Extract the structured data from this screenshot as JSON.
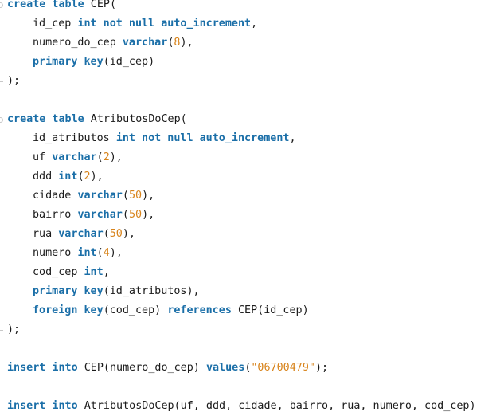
{
  "colors": {
    "background": "#ffffff",
    "keyword": "#1b6fa8",
    "number_literal": "#d8841c",
    "identifier": "#1a1a1a"
  },
  "code": {
    "lines": [
      {
        "indent": false,
        "fold": "open",
        "tokens": [
          {
            "t": "create table",
            "k": "kw"
          },
          {
            "t": " CEP(",
            "k": ""
          }
        ]
      },
      {
        "indent": true,
        "tokens": [
          {
            "t": "id_cep ",
            "k": ""
          },
          {
            "t": "int not null auto_increment",
            "k": "kw"
          },
          {
            "t": ",",
            "k": ""
          }
        ]
      },
      {
        "indent": true,
        "tokens": [
          {
            "t": "numero_do_cep ",
            "k": ""
          },
          {
            "t": "varchar",
            "k": "kw"
          },
          {
            "t": "(",
            "k": ""
          },
          {
            "t": "8",
            "k": "num"
          },
          {
            "t": "),",
            "k": ""
          }
        ]
      },
      {
        "indent": true,
        "tokens": [
          {
            "t": "primary key",
            "k": "kw"
          },
          {
            "t": "(id_cep)",
            "k": ""
          }
        ]
      },
      {
        "indent": false,
        "fold": "end",
        "tokens": [
          {
            "t": ");",
            "k": ""
          }
        ]
      },
      {
        "indent": false,
        "tokens": []
      },
      {
        "indent": false,
        "fold": "open",
        "tokens": [
          {
            "t": "create table",
            "k": "kw"
          },
          {
            "t": " AtributosDoCep(",
            "k": ""
          }
        ]
      },
      {
        "indent": true,
        "tokens": [
          {
            "t": "id_atributos ",
            "k": ""
          },
          {
            "t": "int not null auto_increment",
            "k": "kw"
          },
          {
            "t": ",",
            "k": ""
          }
        ]
      },
      {
        "indent": true,
        "tokens": [
          {
            "t": "uf ",
            "k": ""
          },
          {
            "t": "varchar",
            "k": "kw"
          },
          {
            "t": "(",
            "k": ""
          },
          {
            "t": "2",
            "k": "num"
          },
          {
            "t": "),",
            "k": ""
          }
        ]
      },
      {
        "indent": true,
        "tokens": [
          {
            "t": "ddd ",
            "k": ""
          },
          {
            "t": "int",
            "k": "kw"
          },
          {
            "t": "(",
            "k": ""
          },
          {
            "t": "2",
            "k": "num"
          },
          {
            "t": "),",
            "k": ""
          }
        ]
      },
      {
        "indent": true,
        "tokens": [
          {
            "t": "cidade ",
            "k": ""
          },
          {
            "t": "varchar",
            "k": "kw"
          },
          {
            "t": "(",
            "k": ""
          },
          {
            "t": "50",
            "k": "num"
          },
          {
            "t": "),",
            "k": ""
          }
        ]
      },
      {
        "indent": true,
        "tokens": [
          {
            "t": "bairro ",
            "k": ""
          },
          {
            "t": "varchar",
            "k": "kw"
          },
          {
            "t": "(",
            "k": ""
          },
          {
            "t": "50",
            "k": "num"
          },
          {
            "t": "),",
            "k": ""
          }
        ]
      },
      {
        "indent": true,
        "tokens": [
          {
            "t": "rua ",
            "k": ""
          },
          {
            "t": "varchar",
            "k": "kw"
          },
          {
            "t": "(",
            "k": ""
          },
          {
            "t": "50",
            "k": "num"
          },
          {
            "t": "),",
            "k": ""
          }
        ]
      },
      {
        "indent": true,
        "tokens": [
          {
            "t": "numero ",
            "k": ""
          },
          {
            "t": "int",
            "k": "kw"
          },
          {
            "t": "(",
            "k": ""
          },
          {
            "t": "4",
            "k": "num"
          },
          {
            "t": "),",
            "k": ""
          }
        ]
      },
      {
        "indent": true,
        "tokens": [
          {
            "t": "cod_cep ",
            "k": ""
          },
          {
            "t": "int",
            "k": "kw"
          },
          {
            "t": ",",
            "k": ""
          }
        ]
      },
      {
        "indent": true,
        "tokens": [
          {
            "t": "primary key",
            "k": "kw"
          },
          {
            "t": "(id_atributos),",
            "k": ""
          }
        ]
      },
      {
        "indent": true,
        "tokens": [
          {
            "t": "foreign key",
            "k": "kw"
          },
          {
            "t": "(cod_cep) ",
            "k": ""
          },
          {
            "t": "references",
            "k": "kw"
          },
          {
            "t": " CEP(id_cep)",
            "k": ""
          }
        ]
      },
      {
        "indent": false,
        "fold": "end",
        "tokens": [
          {
            "t": ");",
            "k": ""
          }
        ]
      },
      {
        "indent": false,
        "tokens": []
      },
      {
        "indent": false,
        "tokens": [
          {
            "t": "insert into",
            "k": "kw"
          },
          {
            "t": " CEP(numero_do_cep) ",
            "k": ""
          },
          {
            "t": "values",
            "k": "kw"
          },
          {
            "t": "(",
            "k": ""
          },
          {
            "t": "\"06700479\"",
            "k": "str"
          },
          {
            "t": ");",
            "k": ""
          }
        ]
      },
      {
        "indent": false,
        "tokens": []
      },
      {
        "indent": false,
        "tokens": [
          {
            "t": "insert into",
            "k": "kw"
          },
          {
            "t": " AtributosDoCep(uf, ddd, cidade, bairro, rua, numero, cod_cep)",
            "k": ""
          }
        ]
      }
    ]
  }
}
